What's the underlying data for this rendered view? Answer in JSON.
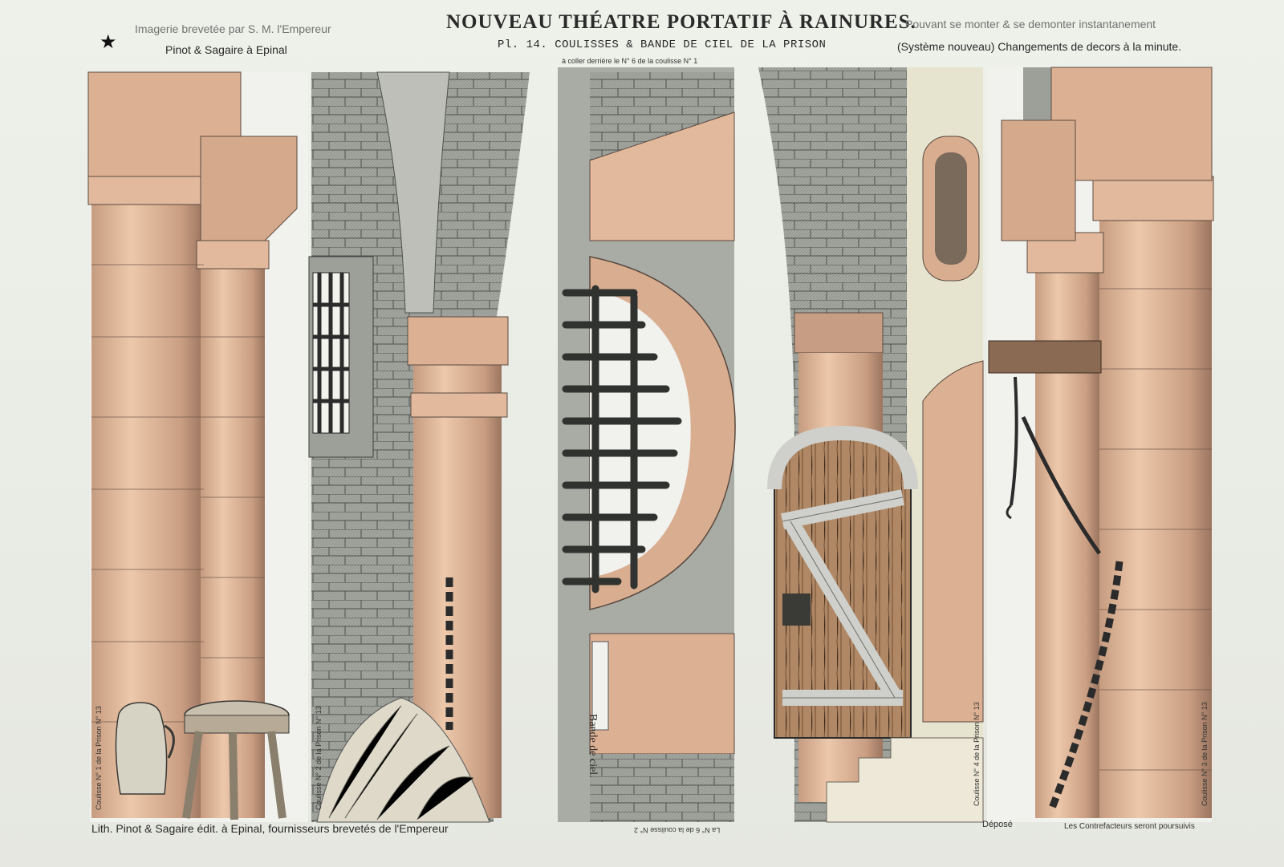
{
  "header": {
    "title": "NOUVEAU THÉATRE PORTATIF À RAINURES.",
    "subtitle": "Pl. 14.  COULISSES & BANDE DE CIEL DE LA PRISON",
    "left_top": "Imagerie brevetée par S. M. l'Empereur",
    "left_bottom": "Pinot & Sagaire à Epinal",
    "right_top": "Pouvant se monter & se demonter instantanement",
    "right_bottom": "(Système nouveau) Changements de decors à la minute."
  },
  "labels": {
    "top_note": "à coller derrière le N° 6 de la coulisse N° 1",
    "bottom_note": "La N° 6 de la coulisse N° 2",
    "bande": "Bande de ciel.",
    "coulisse_1": "Coulisse N° 1 de la Prison N° 13",
    "coulisse_2": "Coulisse N° 2 de la Prison N° 13",
    "coulisse_4": "Coulisse N° 4 de la Prison N° 13",
    "coulisse_3": "Coulisse N° 3 de la Prison N° 13"
  },
  "footer": {
    "left": "Lith. Pinot & Sagaire édit. à Epinal, fournisseurs brevetés de l'Empereur",
    "center": "Déposé",
    "right": "Les Contrefacteurs seront poursuivis"
  },
  "colors": {
    "stone_pink": "#e7bfa2",
    "stone_shadow": "#b98f77",
    "stone_grey": "#9a9c96",
    "iron": "#3b3e3b",
    "wood": "#b58d6a",
    "steel": "#c9cac6"
  }
}
